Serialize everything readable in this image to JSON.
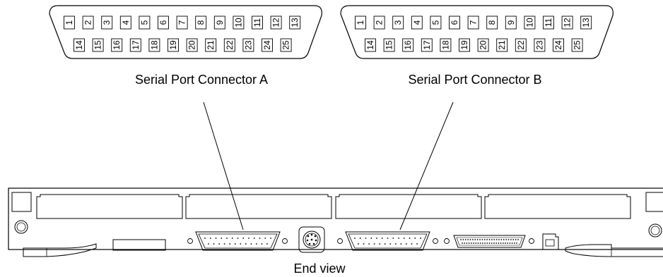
{
  "connectors": [
    {
      "label": "Serial Port Connector A",
      "pins_top": [
        "1",
        "2",
        "3",
        "4",
        "5",
        "6",
        "7",
        "8",
        "9",
        "10",
        "11",
        "12",
        "13"
      ],
      "pins_bottom": [
        "14",
        "15",
        "16",
        "17",
        "18",
        "19",
        "20",
        "21",
        "22",
        "23",
        "24",
        "25"
      ]
    },
    {
      "label": "Serial Port Connector B",
      "pins_top": [
        "1",
        "2",
        "3",
        "4",
        "5",
        "6",
        "7",
        "8",
        "9",
        "10",
        "11",
        "12",
        "13"
      ],
      "pins_bottom": [
        "14",
        "15",
        "16",
        "17",
        "18",
        "19",
        "20",
        "21",
        "22",
        "23",
        "24",
        "25"
      ]
    }
  ],
  "caption": "End view"
}
